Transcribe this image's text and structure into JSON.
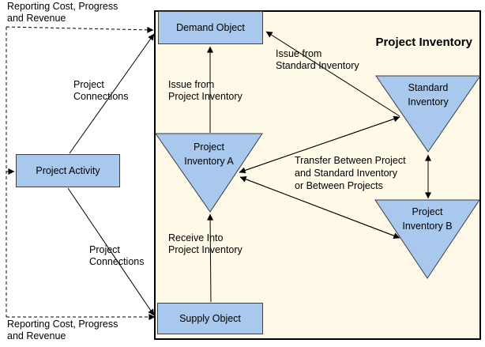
{
  "diagram": {
    "region_title": "Project Inventory",
    "outer": {
      "reporting_top": [
        "Reporting Cost, Progress",
        "and Revenue"
      ],
      "reporting_bottom": [
        "Reporting Cost, Progress",
        "and Revenue"
      ],
      "connections_top": [
        "Project",
        "Connections"
      ],
      "connections_bottom": [
        "Project",
        "Connections"
      ]
    },
    "nodes": {
      "demand_object": {
        "label": "Demand Object"
      },
      "project_activity": {
        "label": "Project Activity"
      },
      "supply_object": {
        "label": "Supply Object"
      },
      "project_inventory_a": {
        "lines": [
          "Project",
          "Inventory A"
        ]
      },
      "standard_inventory": {
        "lines": [
          "Standard",
          "Inventory"
        ]
      },
      "project_inventory_b": {
        "lines": [
          "Project",
          "Inventory B"
        ]
      }
    },
    "edges": {
      "issue_from_project_inventory": [
        "Issue from",
        "Project Inventory"
      ],
      "issue_from_standard_inventory": [
        "Issue from",
        "Standard Inventory"
      ],
      "receive_into_project_inventory": [
        "Receive Into",
        "Project Inventory"
      ],
      "transfer": [
        "Transfer Between Project",
        "and Standard Inventory",
        "or Between Projects"
      ]
    },
    "colors": {
      "node_fill": "#A8C8EE",
      "node_border": "#40413E",
      "region_fill": "#FFF9E8",
      "region_border": "#000000",
      "line": "#000000"
    }
  }
}
